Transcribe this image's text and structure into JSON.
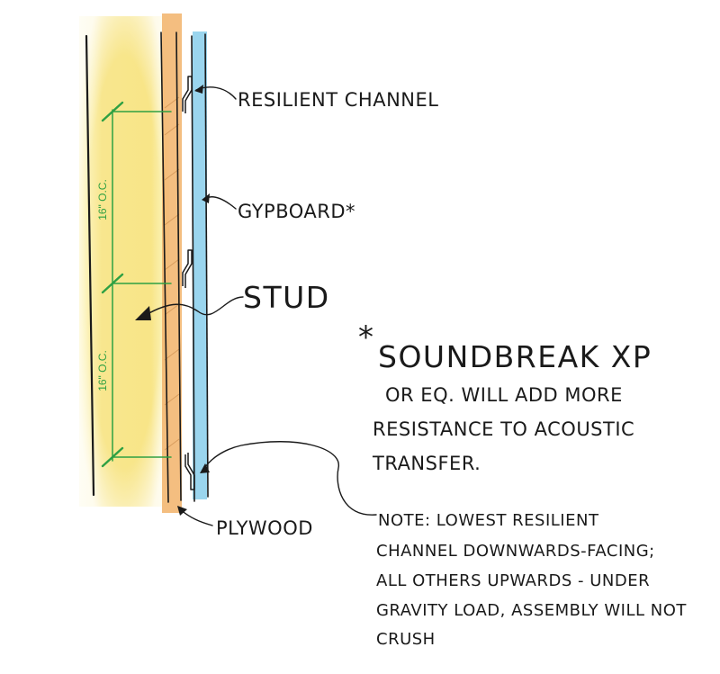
{
  "labels": {
    "resilient_channel": "RESILIENT CHANNEL",
    "gypboard": "GYPBOARD*",
    "stud": "STUD",
    "plywood": "PLYWOOD"
  },
  "dimensions": {
    "upper": "16\" O.C.",
    "lower": "16\" O.C."
  },
  "footnote": {
    "marker": "*",
    "title": "SOUNDBREAK XP",
    "lines": [
      "OR EQ. WILL ADD MORE",
      "RESISTANCE TO ACOUSTIC",
      "TRANSFER."
    ]
  },
  "note": {
    "lines": [
      "NOTE: LOWEST RESILIENT",
      "CHANNEL DOWNWARDS-FACING;",
      "ALL OTHERS UPWARDS - UNDER",
      "GRAVITY LOAD, ASSEMBLY WILL NOT",
      "CRUSH"
    ]
  },
  "colors": {
    "stud_fill": "#f7e27a",
    "plywood_fill": "#f2b36a",
    "gypboard_fill": "#8fd0ec",
    "dimension": "#2ea043",
    "ink": "#1a1a1a"
  }
}
